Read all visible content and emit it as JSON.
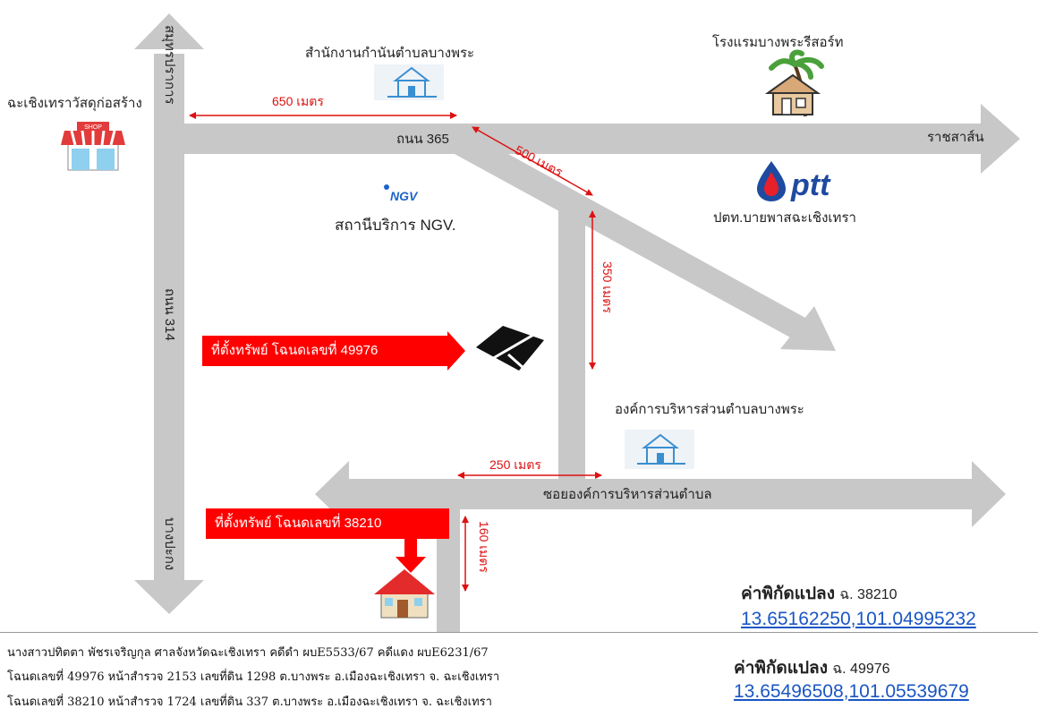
{
  "roads": {
    "road_365": "ถนน 365",
    "road_314": "ถนน 314",
    "samut_prakan": "สมุทรปราการ",
    "bang_pakong": "บางปะกง",
    "ratchasan": "ราชสาส์น",
    "soi_obt": "ซอยองค์การบริหารส่วนตำบล"
  },
  "places": {
    "kamnan_office": "สำนักงานกำนันตำบลบางพระ",
    "resort": "โรงแรมบางพระรีสอร์ท",
    "shop": "ฉะเชิงเทราวัสดุก่อสร้าง",
    "shop_sign": "SHOP",
    "ngv_station": "สถานีบริการ NGV.",
    "ngv_logo": "NGV",
    "ptt_station": "ปตท.บายพาสฉะเชิงเทรา",
    "ptt_logo": "ptt",
    "obt": "องค์การบริหารส่วนตำบลบางพระ"
  },
  "distances": {
    "d650": "650 เมตร",
    "d500": "500 เมตร",
    "d350": "350 เมตร",
    "d250": "250 เมตร",
    "d160": "160 เมตร"
  },
  "callouts": {
    "plot_49976": "ที่ตั้งทรัพย์  โฉนดเลขที่ 49976",
    "plot_38210": "ที่ตั้งทรัพย์  โฉนดเลขที่ 38210"
  },
  "coordinates": {
    "c38210_label": "ค่าพิกัดแปลง",
    "c38210_suffix": "ฉ. 38210",
    "c38210_value": "13.65162250,101.04995232",
    "c49976_label": "ค่าพิกัดแปลง",
    "c49976_suffix": "ฉ. 49976",
    "c49976_value": "13.65496508,101.05539679"
  },
  "footer": {
    "line1": "นางสาวปทิตตา  พัชรเจริญกุล ศาลจังหวัดฉะเชิงเทรา คดีดำ ผบE5533/67 คดีแดง ผบE6231/67",
    "line2": "โฉนดเลขที่ 49976  หน้าสำรวจ 2153  เลขที่ดิน 1298 ต.บางพระ อ.เมืองฉะเชิงเทรา  จ. ฉะเชิงเทรา",
    "line3": "โฉนดเลขที่ 38210 หน้าสำรวจ  1724  เลขที่ดิน 337 ต.บางพระ อ.เมืองฉะเชิงเทรา  จ. ฉะเชิงเทรา"
  },
  "colors": {
    "road": "#c8c8c8",
    "accent_red": "#ff0000",
    "distance_red": "#dd1111",
    "link_blue": "#1a56c4"
  }
}
